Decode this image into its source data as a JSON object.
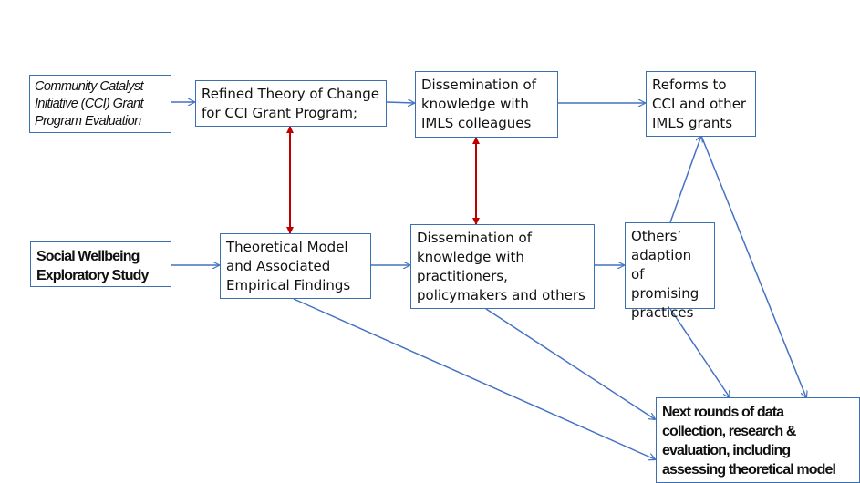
{
  "nodes": {
    "cci_eval": "Community Catalyst\nInitiative (CCI) Grant\nProgram Evaluation",
    "refined_toc": "Refined Theory of Change\nfor CCI Grant Program;",
    "dissem_imls": "Dissemination of\nknowledge with\nIMLS colleagues",
    "reforms": "Reforms to\nCCI and other\nIMLS grants",
    "social_study": "Social Wellbeing\nExploratory Study",
    "theoretical_model": "Theoretical Model\nand Associated\nEmpirical Findings",
    "dissem_practitioners": "Dissemination of\nknowledge with\npractitioners,\npolicymakers and others",
    "others_adaption": "Others’\nadaption of\npromising\npractices",
    "next_rounds": "Next rounds of data\ncollection, research &\nevaluation, including\nassessing theoretical model"
  },
  "colors": {
    "arrow_blue": "#4472c4",
    "arrow_red": "#c00000",
    "box_border": "#3a6fb0"
  }
}
